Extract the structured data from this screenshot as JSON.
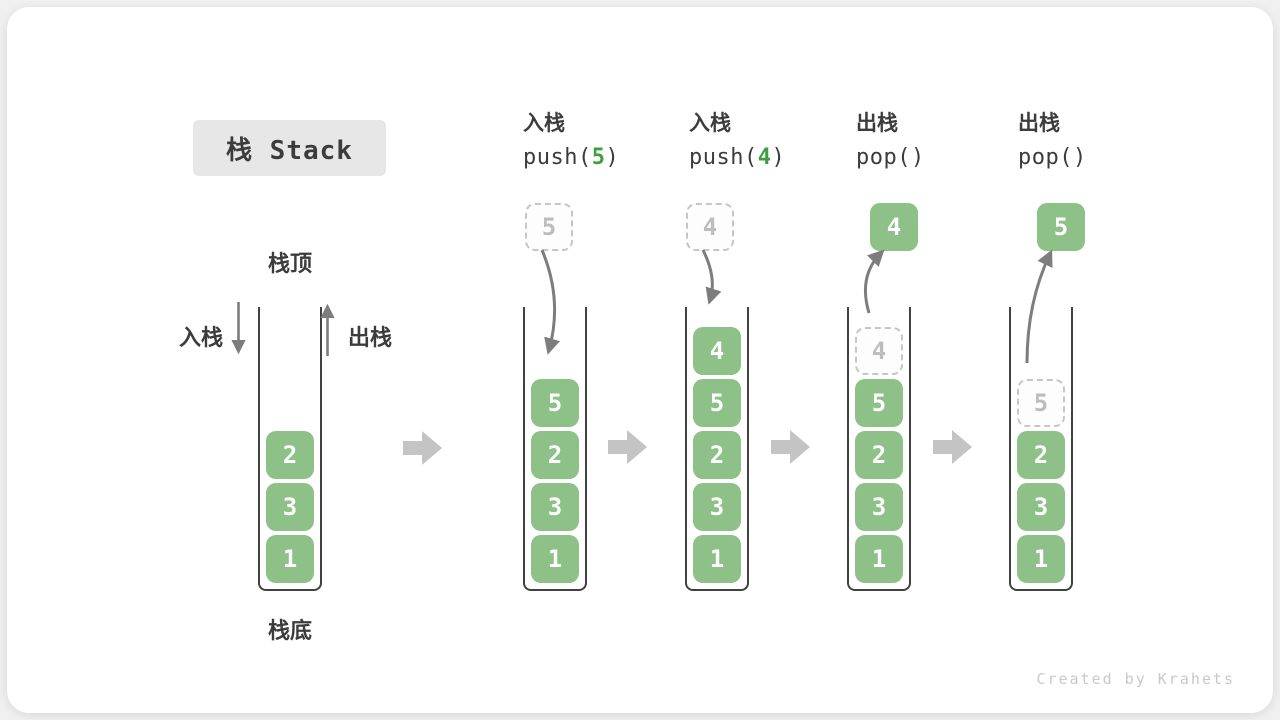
{
  "title": {
    "label": "栈 Stack"
  },
  "legend": {
    "stack_top": "栈顶",
    "stack_bottom": "栈底",
    "push": "入栈",
    "pop": "出栈"
  },
  "watermark": "Created by Krahets",
  "colors": {
    "page_bg": "#f0f0f1",
    "card_bg": "#ffffff",
    "text_dark": "#3c3c3c",
    "title_bg": "#e7e7e7",
    "block_green": "#8dc188",
    "accent_green": "#3f9e42",
    "ghost_border": "#c6c6c6",
    "ghost_text": "#bdbdbd",
    "wall": "#414141",
    "arrow_gray": "#7d7d7d",
    "flow_arrow": "#c4c4c4",
    "watermark_gray": "#c9c9c9"
  },
  "columns": [
    {
      "name": "initial",
      "cells": [
        {
          "value": "2"
        },
        {
          "value": "3"
        },
        {
          "value": "1"
        }
      ]
    },
    {
      "name": "push-5",
      "header": {
        "label": "入栈",
        "code_before": "push(",
        "code_accent": "5",
        "code_after": ")"
      },
      "floating": {
        "style": "ghost",
        "value": "5"
      },
      "cells": [
        {
          "value": "5"
        },
        {
          "value": "2"
        },
        {
          "value": "3"
        },
        {
          "value": "1"
        }
      ]
    },
    {
      "name": "push-4",
      "header": {
        "label": "入栈",
        "code_before": "push(",
        "code_accent": "4",
        "code_after": ")"
      },
      "floating": {
        "style": "ghost",
        "value": "4"
      },
      "cells": [
        {
          "value": "4"
        },
        {
          "value": "5"
        },
        {
          "value": "2"
        },
        {
          "value": "3"
        },
        {
          "value": "1"
        }
      ]
    },
    {
      "name": "pop-4",
      "header": {
        "label": "出栈",
        "code_before": "pop()",
        "code_accent": "",
        "code_after": ""
      },
      "floating": {
        "style": "solid",
        "value": "4"
      },
      "cells": [
        {
          "value": "4",
          "ghost": true
        },
        {
          "value": "5"
        },
        {
          "value": "2"
        },
        {
          "value": "3"
        },
        {
          "value": "1"
        }
      ]
    },
    {
      "name": "pop-5",
      "header": {
        "label": "出栈",
        "code_before": "pop()",
        "code_accent": "",
        "code_after": ""
      },
      "floating": {
        "style": "solid",
        "value": "5"
      },
      "cells": [
        {
          "value": "5",
          "ghost": true
        },
        {
          "value": "2"
        },
        {
          "value": "3"
        },
        {
          "value": "1"
        }
      ]
    }
  ]
}
